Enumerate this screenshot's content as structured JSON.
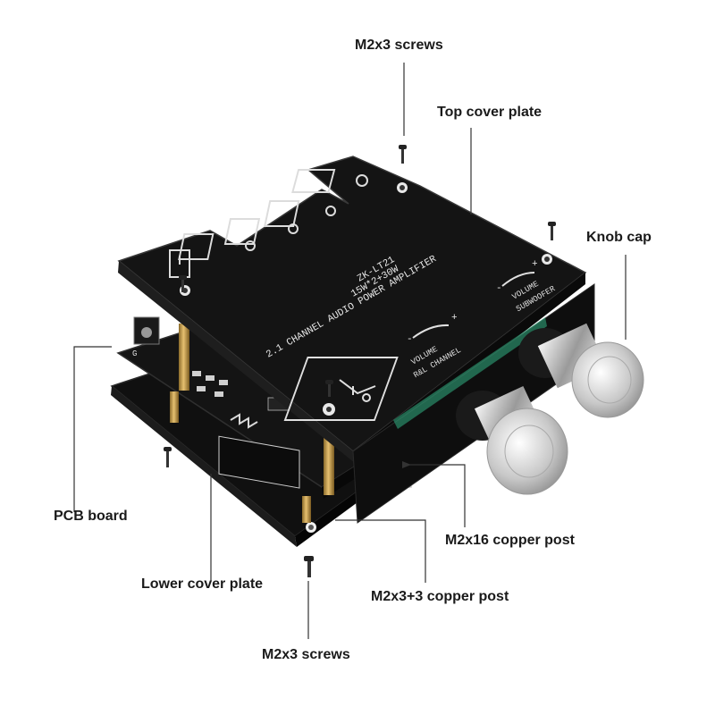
{
  "diagram": {
    "callouts": {
      "screws_top": "M2x3 screws",
      "top_cover": "Top cover plate",
      "knob_cap": "Knob cap",
      "pcb_board": "PCB board",
      "copper_post_16": "M2x16 copper post",
      "lower_cover": "Lower cover plate",
      "copper_post_3_3": "M2x3+3 copper post",
      "screws_bottom": "M2x3 screws"
    },
    "silkscreen": {
      "model": "ZK-LT21",
      "power": "15W*2+30W",
      "channel": "2.1 CHANNEL AUDIO POWER AMPLIFIER",
      "volume_a": "VOLUME",
      "rl_channel": "R&L CHANNEL",
      "volume_b": "VOLUME",
      "subwoofer": "SUBWOOFER",
      "minus_a": "-",
      "plus_a": "+",
      "minus_b": "-",
      "plus_b": "+",
      "gnd": "G"
    },
    "colors": {
      "board": "#121212",
      "silk": "#e8e8e8",
      "brass": "#c9a04a",
      "knob": "#d8d8d8",
      "leader": "#333333",
      "label": "#1a1a1a"
    }
  }
}
